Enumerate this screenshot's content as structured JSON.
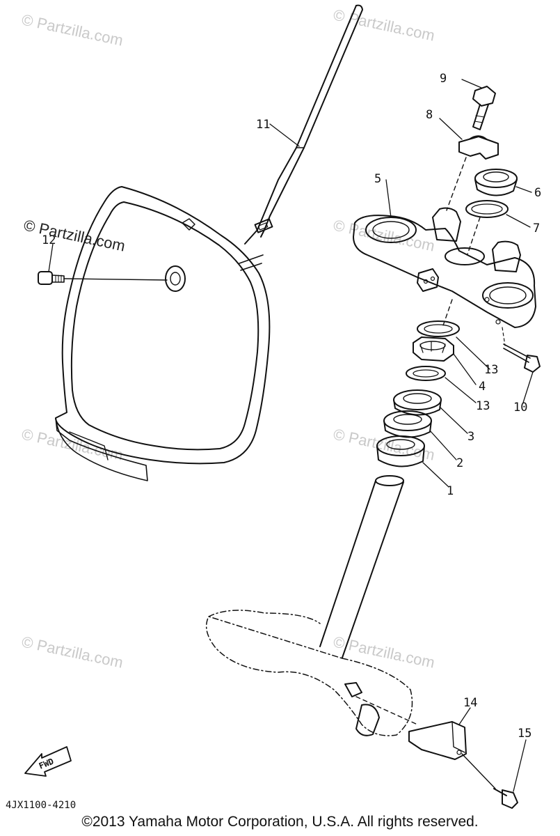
{
  "watermarks": {
    "faint": "© Partzilla.com",
    "dark": "© Partzilla.com"
  },
  "callouts": {
    "c1": "1",
    "c2": "2",
    "c3": "3",
    "c4": "4",
    "c5": "5",
    "c6": "6",
    "c7": "7",
    "c8": "8",
    "c9": "9",
    "c10": "10",
    "c11": "11",
    "c12": "12",
    "c13a": "13",
    "c13b": "13",
    "c14": "14",
    "c15": "15"
  },
  "fwd_label": "FWD",
  "diagram_code": "4JX1100-4210",
  "copyright": "©2013 Yamaha Motor Corporation, U.S.A. All rights reserved.",
  "colors": {
    "line": "#111111",
    "watermark": "#c9c9c9"
  }
}
